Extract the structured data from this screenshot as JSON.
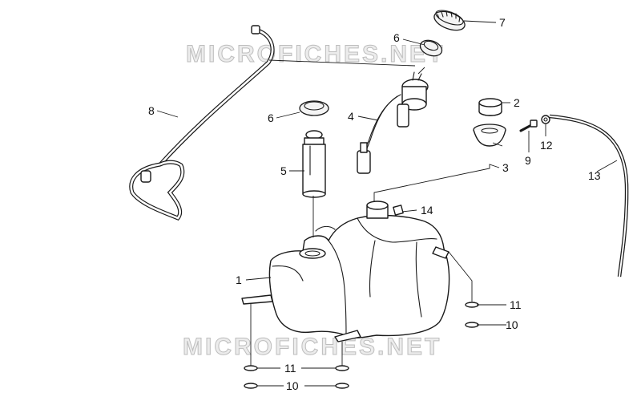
{
  "watermark": {
    "top": "MICROFICHES.NET",
    "bottom": "MICROFICHES.NET"
  },
  "callouts": {
    "c1": "1",
    "c2": "2",
    "c3": "3",
    "c4": "4",
    "c5": "5",
    "c6a": "6",
    "c6b": "6",
    "c7": "7",
    "c8": "8",
    "c9": "9",
    "c10a": "10",
    "c10b": "10",
    "c11a": "11",
    "c11b": "11",
    "c12": "12",
    "c13": "13",
    "c14": "14"
  },
  "colors": {
    "line": "#1a1a1a",
    "watermark": "#bdbdbd",
    "background": "#ffffff"
  }
}
